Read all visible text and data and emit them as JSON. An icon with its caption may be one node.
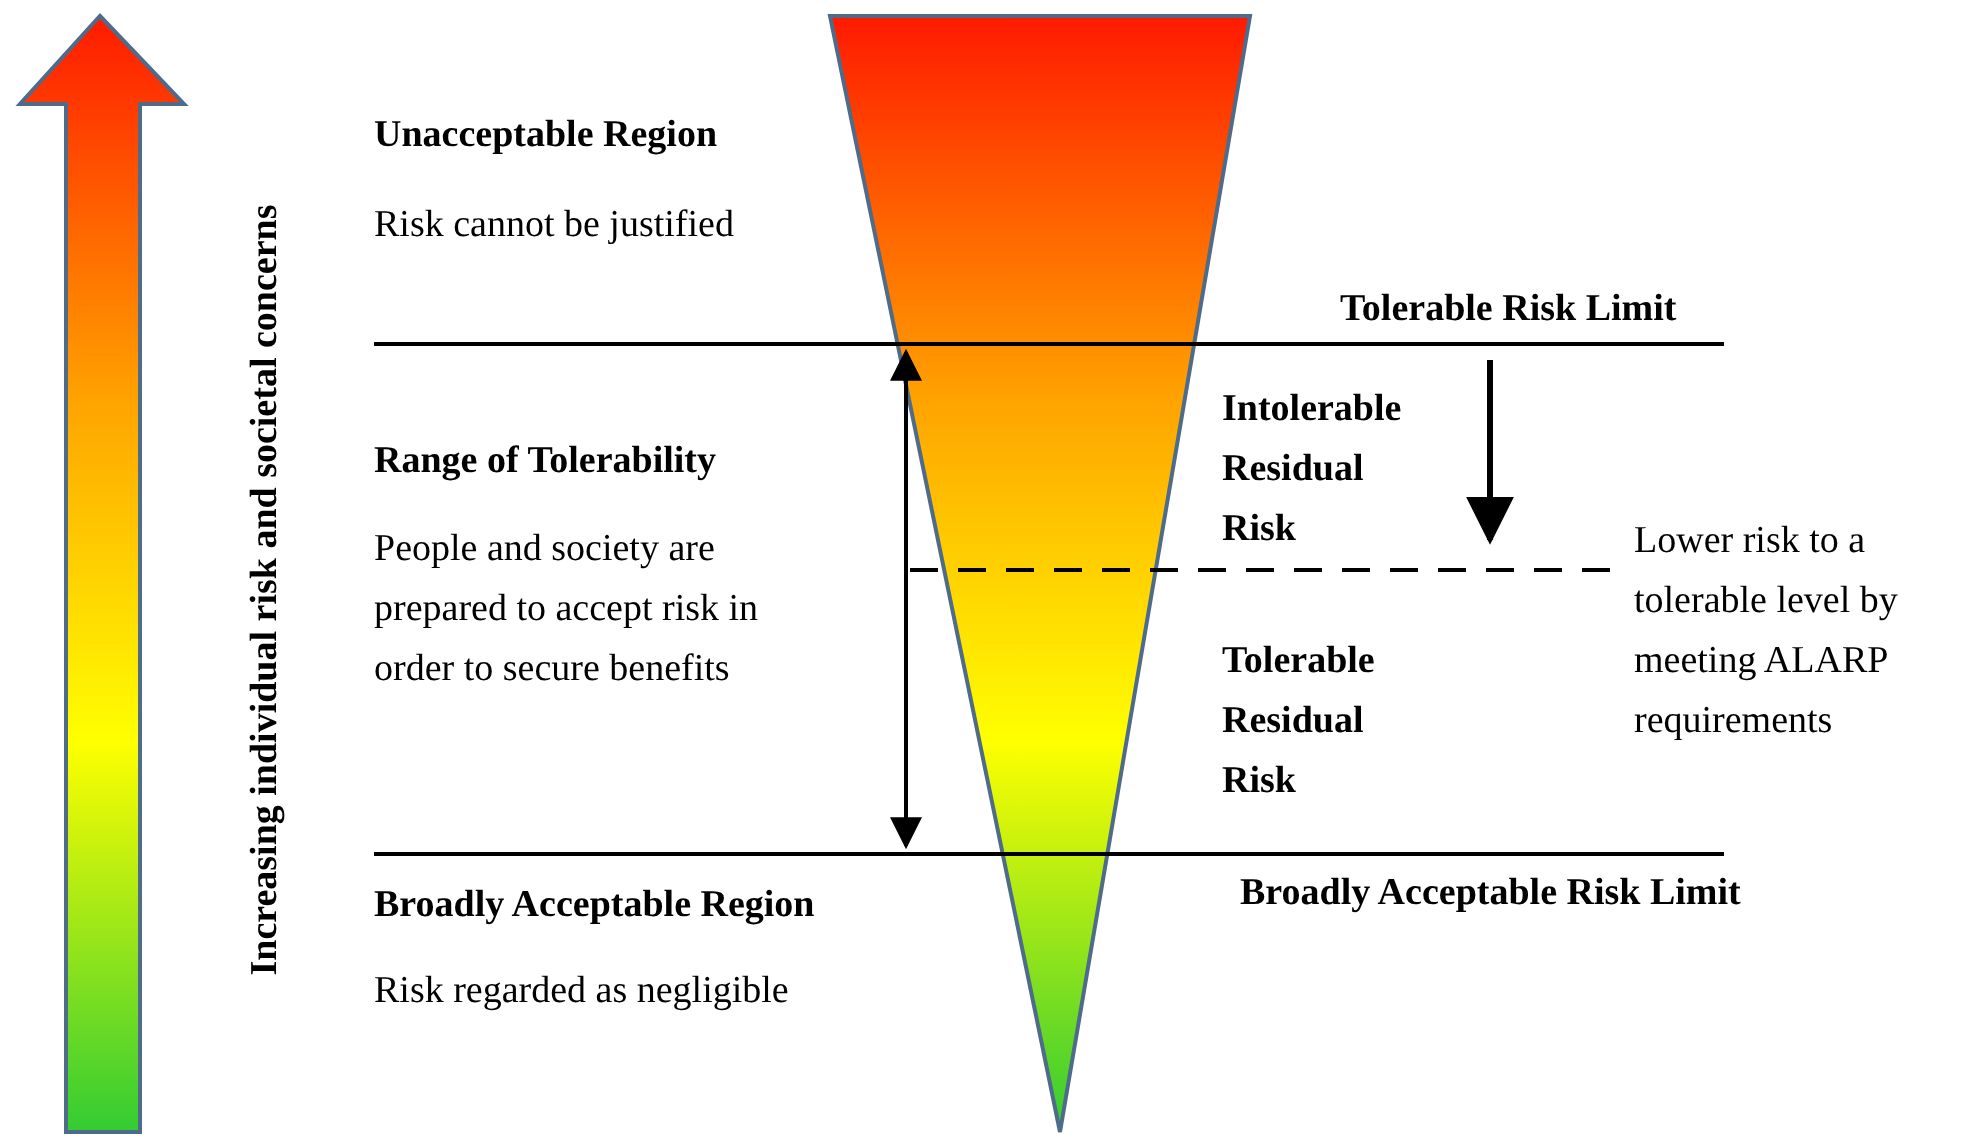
{
  "diagram": {
    "labels": [
      "Increasing individual risk and societal concerns",
      "Unacceptable Region",
      "Risk cannot be justified",
      "Tolerable Risk Limit",
      "Range of Tolerability",
      "Intolerable Residual Risk",
      "People and society are prepared to accept risk in order to secure benefits",
      "Lower risk to a tolerable level by meeting ALARP requirements",
      "Tolerable Residual Risk",
      "Broadly Acceptable Risk Limit",
      "Broadly Acceptable Region",
      "Risk regarded as negligible"
    ]
  }
}
